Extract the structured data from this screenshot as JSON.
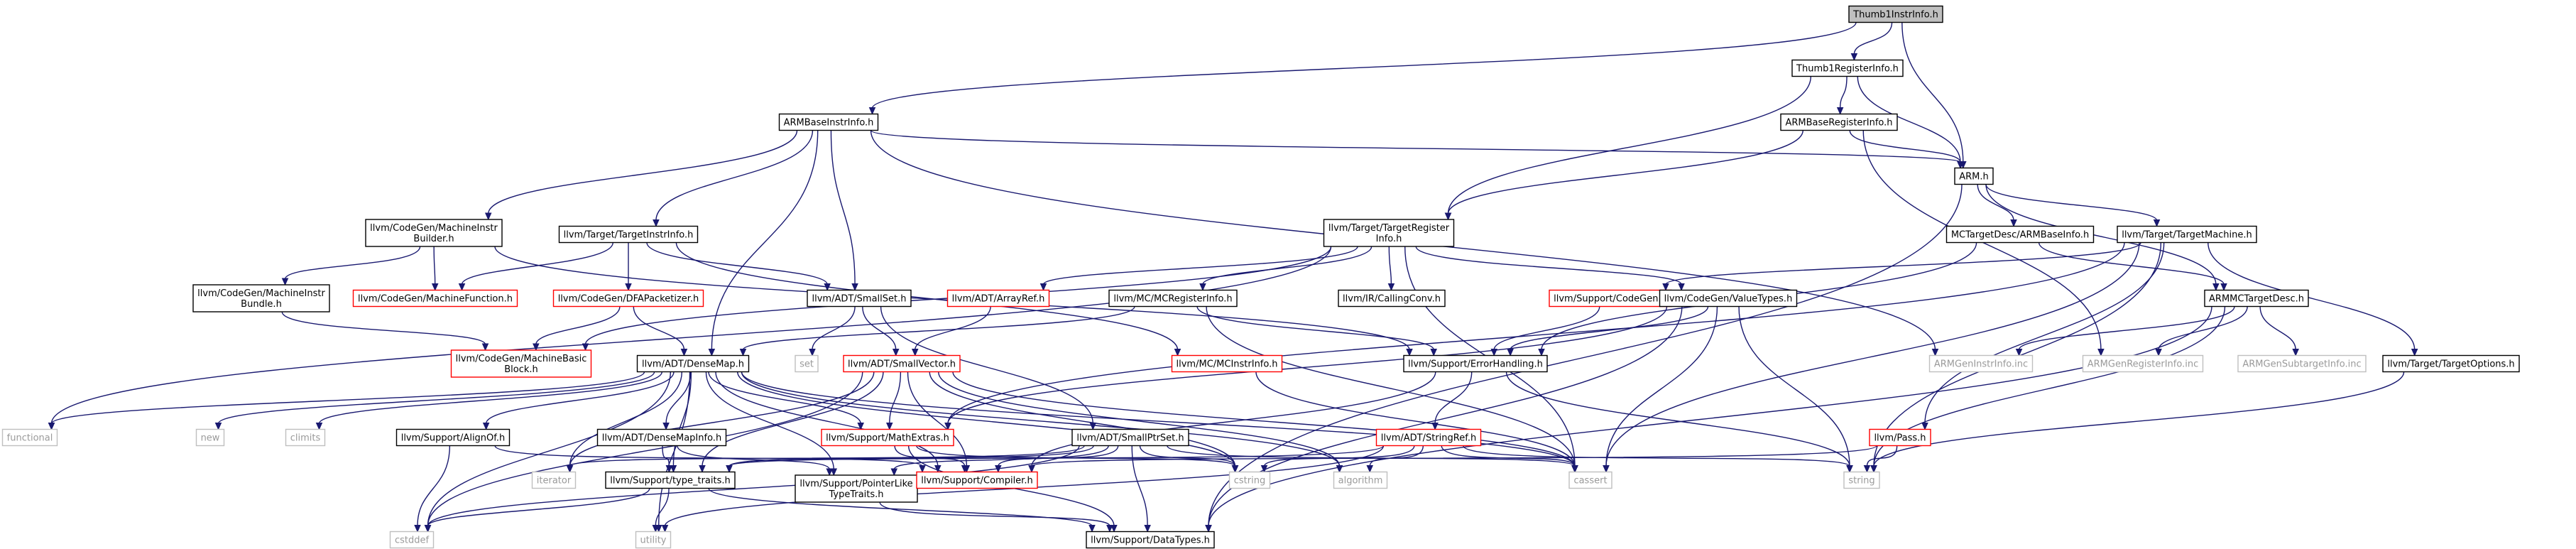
{
  "colors": {
    "edge": "#191970",
    "box_stroke_normal": "#000000",
    "box_stroke_missing": "#ff0000",
    "box_stroke_external": "#bfbfbf",
    "root_fill": "#bfbfbf",
    "text_normal": "#000000",
    "text_external": "#9a9a9a"
  },
  "nodes": [
    {
      "id": "thumb1instrinfo",
      "label": [
        "Thumb1InstrInfo.h"
      ],
      "kind": "root"
    },
    {
      "id": "thumb1registerinfo",
      "label": [
        "Thumb1RegisterInfo.h"
      ],
      "kind": "normal"
    },
    {
      "id": "armbaseinstrinfo",
      "label": [
        "ARMBaseInstrInfo.h"
      ],
      "kind": "normal"
    },
    {
      "id": "armbaseregisterinfo",
      "label": [
        "ARMBaseRegisterInfo.h"
      ],
      "kind": "normal"
    },
    {
      "id": "arm",
      "label": [
        "ARM.h"
      ],
      "kind": "normal"
    },
    {
      "id": "machineinstrbuilder",
      "label": [
        "llvm/CodeGen/MachineInstr",
        "Builder.h"
      ],
      "kind": "normal"
    },
    {
      "id": "targetinstrinfo",
      "label": [
        "llvm/Target/TargetInstrInfo.h"
      ],
      "kind": "normal"
    },
    {
      "id": "targetregisterinfo",
      "label": [
        "llvm/Target/TargetRegister",
        "Info.h"
      ],
      "kind": "normal"
    },
    {
      "id": "mctargetdesc_armbaseinfo",
      "label": [
        "MCTargetDesc/ARMBaseInfo.h"
      ],
      "kind": "normal"
    },
    {
      "id": "targetmachine",
      "label": [
        "llvm/Target/TargetMachine.h"
      ],
      "kind": "normal"
    },
    {
      "id": "machineinstrbundle",
      "label": [
        "llvm/CodeGen/MachineInstr",
        "Bundle.h"
      ],
      "kind": "normal"
    },
    {
      "id": "machinefunction",
      "label": [
        "llvm/CodeGen/MachineFunction.h"
      ],
      "kind": "missing"
    },
    {
      "id": "dfapacketizer",
      "label": [
        "llvm/CodeGen/DFAPacketizer.h"
      ],
      "kind": "missing"
    },
    {
      "id": "smallset",
      "label": [
        "llvm/ADT/SmallSet.h"
      ],
      "kind": "normal"
    },
    {
      "id": "arrayref",
      "label": [
        "llvm/ADT/ArrayRef.h"
      ],
      "kind": "missing"
    },
    {
      "id": "mcregisterinfo",
      "label": [
        "llvm/MC/MCRegisterInfo.h"
      ],
      "kind": "normal"
    },
    {
      "id": "callingconv",
      "label": [
        "llvm/IR/CallingConv.h"
      ],
      "kind": "normal"
    },
    {
      "id": "codegen",
      "label": [
        "llvm/Support/CodeGen.h"
      ],
      "kind": "missing"
    },
    {
      "id": "valuetypes",
      "label": [
        "llvm/CodeGen/ValueTypes.h"
      ],
      "kind": "normal"
    },
    {
      "id": "armmctargetdesc",
      "label": [
        "ARMMCTargetDesc.h"
      ],
      "kind": "normal"
    },
    {
      "id": "machinebasicblock",
      "label": [
        "llvm/CodeGen/MachineBasic",
        "Block.h"
      ],
      "kind": "missing"
    },
    {
      "id": "set",
      "label": [
        "set"
      ],
      "kind": "external"
    },
    {
      "id": "smallvector",
      "label": [
        "llvm/ADT/SmallVector.h"
      ],
      "kind": "missing"
    },
    {
      "id": "mcinstrinfo",
      "label": [
        "llvm/MC/MCInstrInfo.h"
      ],
      "kind": "missing"
    },
    {
      "id": "errorhandling",
      "label": [
        "llvm/Support/ErrorHandling.h"
      ],
      "kind": "normal"
    },
    {
      "id": "armgeninstrinfo",
      "label": [
        "ARMGenInstrInfo.inc"
      ],
      "kind": "external"
    },
    {
      "id": "armgenregisterinfo",
      "label": [
        "ARMGenRegisterInfo.inc"
      ],
      "kind": "external"
    },
    {
      "id": "armgensubtargetinfo",
      "label": [
        "ARMGenSubtargetInfo.inc"
      ],
      "kind": "external"
    },
    {
      "id": "targetoptions",
      "label": [
        "llvm/Target/TargetOptions.h"
      ],
      "kind": "normal"
    },
    {
      "id": "densemap",
      "label": [
        "llvm/ADT/DenseMap.h"
      ],
      "kind": "normal"
    },
    {
      "id": "functional",
      "label": [
        "functional"
      ],
      "kind": "external"
    },
    {
      "id": "new",
      "label": [
        "new"
      ],
      "kind": "external"
    },
    {
      "id": "climits",
      "label": [
        "climits"
      ],
      "kind": "external"
    },
    {
      "id": "alignof",
      "label": [
        "llvm/Support/AlignOf.h"
      ],
      "kind": "normal"
    },
    {
      "id": "densemapinfo",
      "label": [
        "llvm/ADT/DenseMapInfo.h"
      ],
      "kind": "normal"
    },
    {
      "id": "mathextras",
      "label": [
        "llvm/Support/MathExtras.h"
      ],
      "kind": "missing"
    },
    {
      "id": "smallptrset",
      "label": [
        "llvm/ADT/SmallPtrSet.h"
      ],
      "kind": "normal"
    },
    {
      "id": "stringref",
      "label": [
        "llvm/ADT/StringRef.h"
      ],
      "kind": "missing"
    },
    {
      "id": "pass",
      "label": [
        "llvm/Pass.h"
      ],
      "kind": "missing"
    },
    {
      "id": "iterator",
      "label": [
        "iterator"
      ],
      "kind": "external"
    },
    {
      "id": "typetraits",
      "label": [
        "llvm/Support/type_traits.h"
      ],
      "kind": "normal"
    },
    {
      "id": "pointerliketypetraits",
      "label": [
        "llvm/Support/PointerLike",
        "TypeTraits.h"
      ],
      "kind": "normal"
    },
    {
      "id": "compiler",
      "label": [
        "llvm/Support/Compiler.h"
      ],
      "kind": "missing"
    },
    {
      "id": "cstring",
      "label": [
        "cstring"
      ],
      "kind": "external"
    },
    {
      "id": "algorithm",
      "label": [
        "algorithm"
      ],
      "kind": "external"
    },
    {
      "id": "cassert",
      "label": [
        "cassert"
      ],
      "kind": "external"
    },
    {
      "id": "string",
      "label": [
        "string"
      ],
      "kind": "external"
    },
    {
      "id": "cstddef",
      "label": [
        "cstddef"
      ],
      "kind": "external"
    },
    {
      "id": "utility",
      "label": [
        "utility"
      ],
      "kind": "external"
    },
    {
      "id": "datatypes",
      "label": [
        "llvm/Support/DataTypes.h"
      ],
      "kind": "normal"
    }
  ],
  "edges": [
    [
      "thumb1instrinfo",
      "thumb1registerinfo"
    ],
    [
      "thumb1instrinfo",
      "armbaseinstrinfo"
    ],
    [
      "thumb1instrinfo",
      "arm"
    ],
    [
      "thumb1registerinfo",
      "armbaseregisterinfo"
    ],
    [
      "thumb1registerinfo",
      "arm"
    ],
    [
      "thumb1registerinfo",
      "targetregisterinfo"
    ],
    [
      "armbaseregisterinfo",
      "arm"
    ],
    [
      "armbaseregisterinfo",
      "targetregisterinfo"
    ],
    [
      "armbaseregisterinfo",
      "armgenregisterinfo"
    ],
    [
      "armbaseinstrinfo",
      "arm"
    ],
    [
      "armbaseinstrinfo",
      "machineinstrbuilder"
    ],
    [
      "armbaseinstrinfo",
      "targetinstrinfo"
    ],
    [
      "armbaseinstrinfo",
      "smallset"
    ],
    [
      "armbaseinstrinfo",
      "densemap"
    ],
    [
      "armbaseinstrinfo",
      "armgeninstrinfo"
    ],
    [
      "arm",
      "mctargetdesc_armbaseinfo"
    ],
    [
      "arm",
      "targetmachine"
    ],
    [
      "arm",
      "armmctargetdesc"
    ],
    [
      "arm",
      "datatypes"
    ],
    [
      "machineinstrbuilder",
      "machineinstrbundle"
    ],
    [
      "machineinstrbuilder",
      "machinefunction"
    ],
    [
      "machineinstrbuilder",
      "errorhandling"
    ],
    [
      "targetinstrinfo",
      "machinefunction"
    ],
    [
      "targetinstrinfo",
      "dfapacketizer"
    ],
    [
      "targetinstrinfo",
      "smallset"
    ],
    [
      "targetinstrinfo",
      "mcinstrinfo"
    ],
    [
      "targetregisterinfo",
      "arrayref"
    ],
    [
      "targetregisterinfo",
      "mcregisterinfo"
    ],
    [
      "targetregisterinfo",
      "callingconv"
    ],
    [
      "targetregisterinfo",
      "valuetypes"
    ],
    [
      "targetregisterinfo",
      "machinebasicblock"
    ],
    [
      "targetregisterinfo",
      "cassert"
    ],
    [
      "targetregisterinfo",
      "functional"
    ],
    [
      "mctargetdesc_armbaseinfo",
      "armmctargetdesc"
    ],
    [
      "mctargetdesc_armbaseinfo",
      "errorhandling"
    ],
    [
      "targetmachine",
      "codegen"
    ],
    [
      "targetmachine",
      "targetoptions"
    ],
    [
      "targetmachine",
      "pass"
    ],
    [
      "targetmachine",
      "mathextras"
    ],
    [
      "targetmachine",
      "cassert"
    ],
    [
      "targetmachine",
      "string"
    ],
    [
      "armmctargetdesc",
      "armgeninstrinfo"
    ],
    [
      "armmctargetdesc",
      "armgenregisterinfo"
    ],
    [
      "armmctargetdesc",
      "armgensubtargetinfo"
    ],
    [
      "armmctargetdesc",
      "datatypes"
    ],
    [
      "armmctargetdesc",
      "string"
    ],
    [
      "machineinstrbundle",
      "machinebasicblock"
    ],
    [
      "dfapacketizer",
      "machinebasicblock"
    ],
    [
      "dfapacketizer",
      "densemap"
    ],
    [
      "smallset",
      "set"
    ],
    [
      "smallset",
      "smallvector"
    ],
    [
      "smallset",
      "smallptrset"
    ],
    [
      "arrayref",
      "smallvector"
    ],
    [
      "mcregisterinfo",
      "densemap"
    ],
    [
      "mcregisterinfo",
      "errorhandling"
    ],
    [
      "mcregisterinfo",
      "cassert"
    ],
    [
      "valuetypes",
      "errorhandling"
    ],
    [
      "valuetypes",
      "mathextras"
    ],
    [
      "valuetypes",
      "cassert"
    ],
    [
      "valuetypes",
      "string"
    ],
    [
      "valuetypes",
      "datatypes"
    ],
    [
      "codegen",
      "errorhandling"
    ],
    [
      "mcinstrinfo",
      "cassert"
    ],
    [
      "errorhandling",
      "stringref"
    ],
    [
      "errorhandling",
      "compiler"
    ],
    [
      "errorhandling",
      "string"
    ],
    [
      "targetoptions",
      "string"
    ],
    [
      "densemap",
      "functional"
    ],
    [
      "densemap",
      "new"
    ],
    [
      "densemap",
      "climits"
    ],
    [
      "densemap",
      "alignof"
    ],
    [
      "densemap",
      "densemapinfo"
    ],
    [
      "densemap",
      "mathextras"
    ],
    [
      "densemap",
      "typetraits"
    ],
    [
      "densemap",
      "pointerliketypetraits"
    ],
    [
      "densemap",
      "compiler"
    ],
    [
      "densemap",
      "iterator"
    ],
    [
      "densemap",
      "cstring"
    ],
    [
      "densemap",
      "algorithm"
    ],
    [
      "densemap",
      "cassert"
    ],
    [
      "densemap",
      "cstddef"
    ],
    [
      "densemap",
      "utility"
    ],
    [
      "smallvector",
      "typetraits"
    ],
    [
      "smallvector",
      "mathextras"
    ],
    [
      "smallvector",
      "compiler"
    ],
    [
      "smallvector",
      "iterator"
    ],
    [
      "smallvector",
      "cstring"
    ],
    [
      "smallvector",
      "algorithm"
    ],
    [
      "smallvector",
      "cassert"
    ],
    [
      "smallvector",
      "cstddef"
    ],
    [
      "alignof",
      "compiler"
    ],
    [
      "alignof",
      "cstddef"
    ],
    [
      "densemapinfo",
      "typetraits"
    ],
    [
      "densemapinfo",
      "pointerliketypetraits"
    ],
    [
      "mathextras",
      "compiler"
    ],
    [
      "mathextras",
      "cstring"
    ],
    [
      "mathextras",
      "datatypes"
    ],
    [
      "smallptrset",
      "typetraits"
    ],
    [
      "smallptrset",
      "pointerliketypetraits"
    ],
    [
      "smallptrset",
      "compiler"
    ],
    [
      "smallptrset",
      "iterator"
    ],
    [
      "smallptrset",
      "cstring"
    ],
    [
      "smallptrset",
      "cassert"
    ],
    [
      "smallptrset",
      "cstddef"
    ],
    [
      "smallptrset",
      "datatypes"
    ],
    [
      "stringref",
      "typetraits"
    ],
    [
      "stringref",
      "algorithm"
    ],
    [
      "stringref",
      "cstring"
    ],
    [
      "stringref",
      "cassert"
    ],
    [
      "stringref",
      "string"
    ],
    [
      "stringref",
      "utility"
    ],
    [
      "pass",
      "compiler"
    ],
    [
      "pass",
      "string"
    ],
    [
      "typetraits",
      "cstddef"
    ],
    [
      "typetraits",
      "utility"
    ],
    [
      "typetraits",
      "datatypes"
    ],
    [
      "pointerliketypetraits",
      "datatypes"
    ]
  ]
}
